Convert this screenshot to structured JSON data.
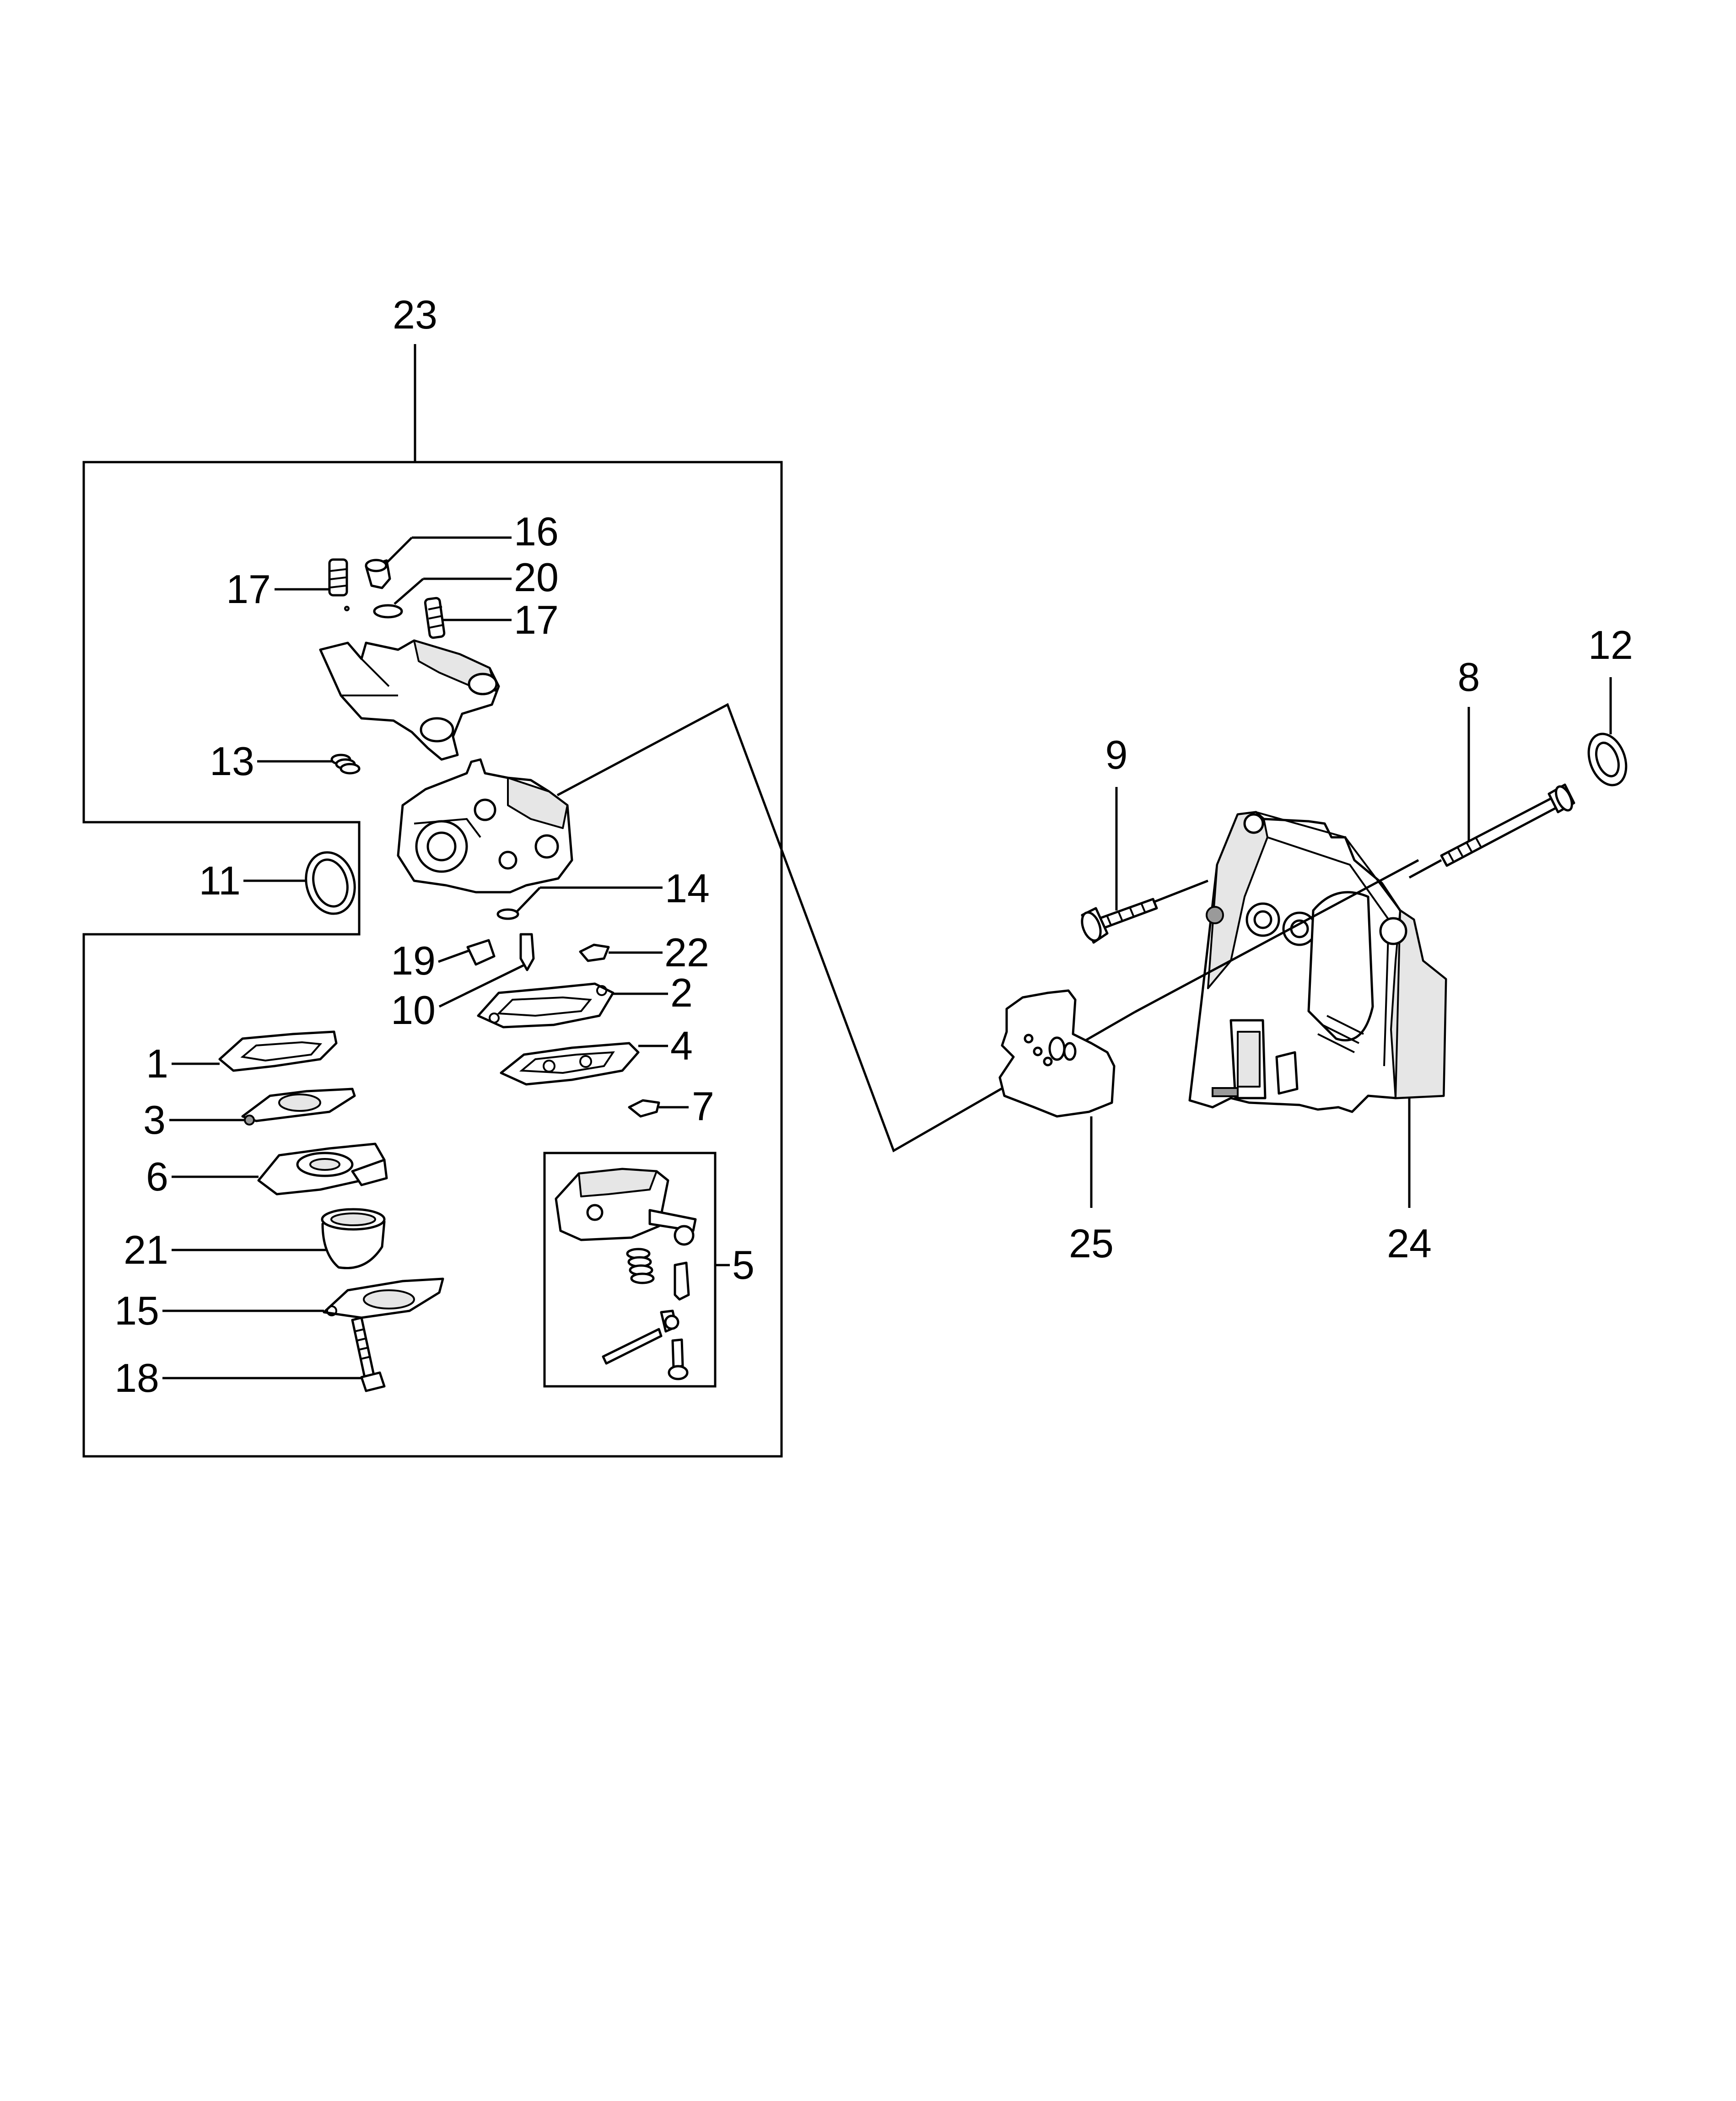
{
  "callouts": {
    "c1": "1",
    "c2": "2",
    "c3": "3",
    "c4": "4",
    "c5": "5",
    "c6": "6",
    "c7": "7",
    "c8": "8",
    "c9": "9",
    "c10": "10",
    "c11": "11",
    "c12": "12",
    "c13": "13",
    "c14": "14",
    "c15": "15",
    "c16": "16",
    "c17a": "17",
    "c17b": "17",
    "c18": "18",
    "c19": "19",
    "c20": "20",
    "c21": "21",
    "c22": "22",
    "c23": "23",
    "c24": "24",
    "c25": "25"
  },
  "parts": [
    {
      "callout": "1",
      "name": "gasket"
    },
    {
      "callout": "2",
      "name": "gasket"
    },
    {
      "callout": "3",
      "name": "diaphragm"
    },
    {
      "callout": "4",
      "name": "pump-diaphragm"
    },
    {
      "callout": "5",
      "name": "metering-assembly"
    },
    {
      "callout": "6",
      "name": "cover"
    },
    {
      "callout": "7",
      "name": "filter-screen"
    },
    {
      "callout": "8",
      "name": "bolt"
    },
    {
      "callout": "9",
      "name": "screw"
    },
    {
      "callout": "10",
      "name": "needle"
    },
    {
      "callout": "11",
      "name": "o-ring"
    },
    {
      "callout": "12",
      "name": "washer"
    },
    {
      "callout": "13",
      "name": "spring"
    },
    {
      "callout": "14",
      "name": "o-ring"
    },
    {
      "callout": "15",
      "name": "plate"
    },
    {
      "callout": "16",
      "name": "fitting"
    },
    {
      "callout": "17",
      "name": "adjusting-screw"
    },
    {
      "callout": "18",
      "name": "screw"
    },
    {
      "callout": "19",
      "name": "cap"
    },
    {
      "callout": "20",
      "name": "o-ring"
    },
    {
      "callout": "21",
      "name": "primer-bulb"
    },
    {
      "callout": "22",
      "name": "check-valve"
    },
    {
      "callout": "23",
      "name": "carburetor-assembly"
    },
    {
      "callout": "24",
      "name": "intake-bracket"
    },
    {
      "callout": "25",
      "name": "insulator-plate"
    }
  ],
  "colors": {
    "line": "#000000",
    "background": "#ffffff",
    "shade": "#e6e6e6"
  }
}
